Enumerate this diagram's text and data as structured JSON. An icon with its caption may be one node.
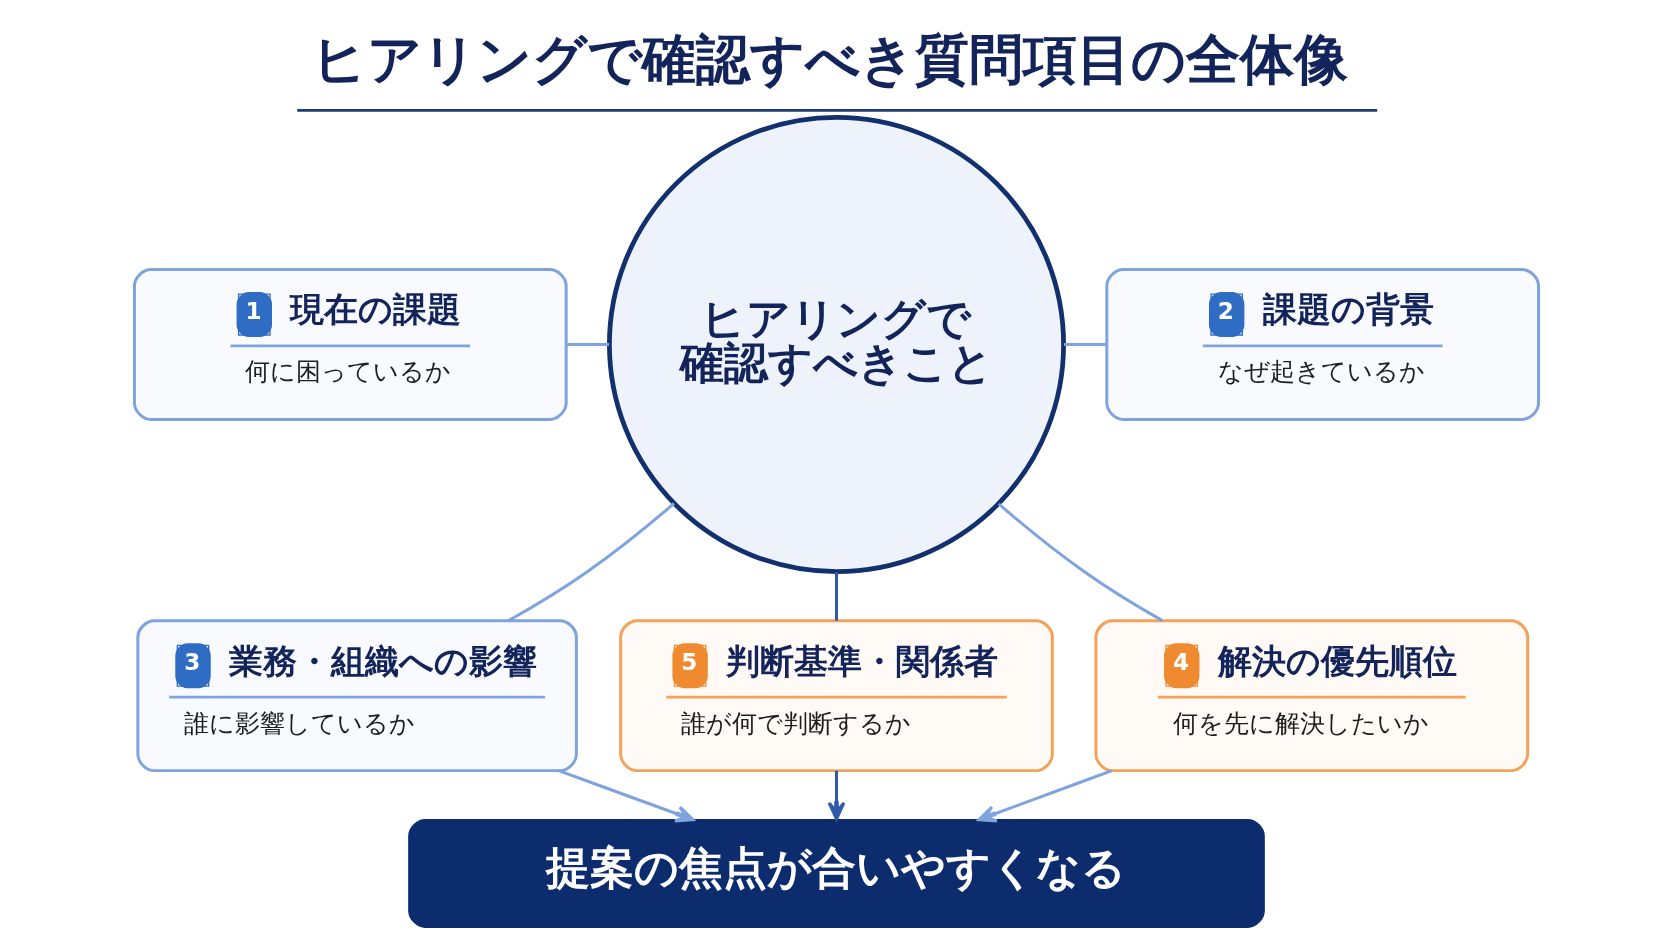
{
  "diagram": {
    "title": "ヒアリングで確認すべき質問項目の全体像",
    "nodes": [
      {
        "text": [
          "ヒアリングで確認すべきこと"
        ]
      },
      {
        "text": [
          "1",
          "現在の課題",
          "何に困っているか"
        ]
      },
      {
        "text": [
          "2",
          "課題の背景",
          "なぜ起きているか"
        ]
      },
      {
        "text": [
          "3",
          "業務・組織への影響",
          "誰に影響しているか"
        ]
      },
      {
        "text": [
          "4",
          "解決の優先順位",
          "何を先に解決したいか"
        ]
      },
      {
        "text": [
          "5",
          "判断基準・関係者",
          "誰が何で判断するか"
        ]
      },
      {
        "text": [
          "提案の焦点が合いやすくなる"
        ]
      }
    ],
    "edges": [
      {
        "from": 1,
        "to": 0,
        "arrow": "none"
      },
      {
        "from": 0,
        "to": 2,
        "arrow": "none"
      },
      {
        "from": 0,
        "to": 3,
        "arrow": "none"
      },
      {
        "from": 0,
        "to": 5,
        "arrow": "none",
        "color": "#2f5aa8"
      },
      {
        "from": 0,
        "to": 4,
        "arrow": "none"
      },
      {
        "from": 3,
        "to": 6,
        "arrow": "to"
      },
      {
        "from": 5,
        "to": 6,
        "arrow": "to",
        "color": "#2f5aa8"
      },
      {
        "from": 4,
        "to": 6,
        "arrow": "to"
      }
    ]
  }
}
